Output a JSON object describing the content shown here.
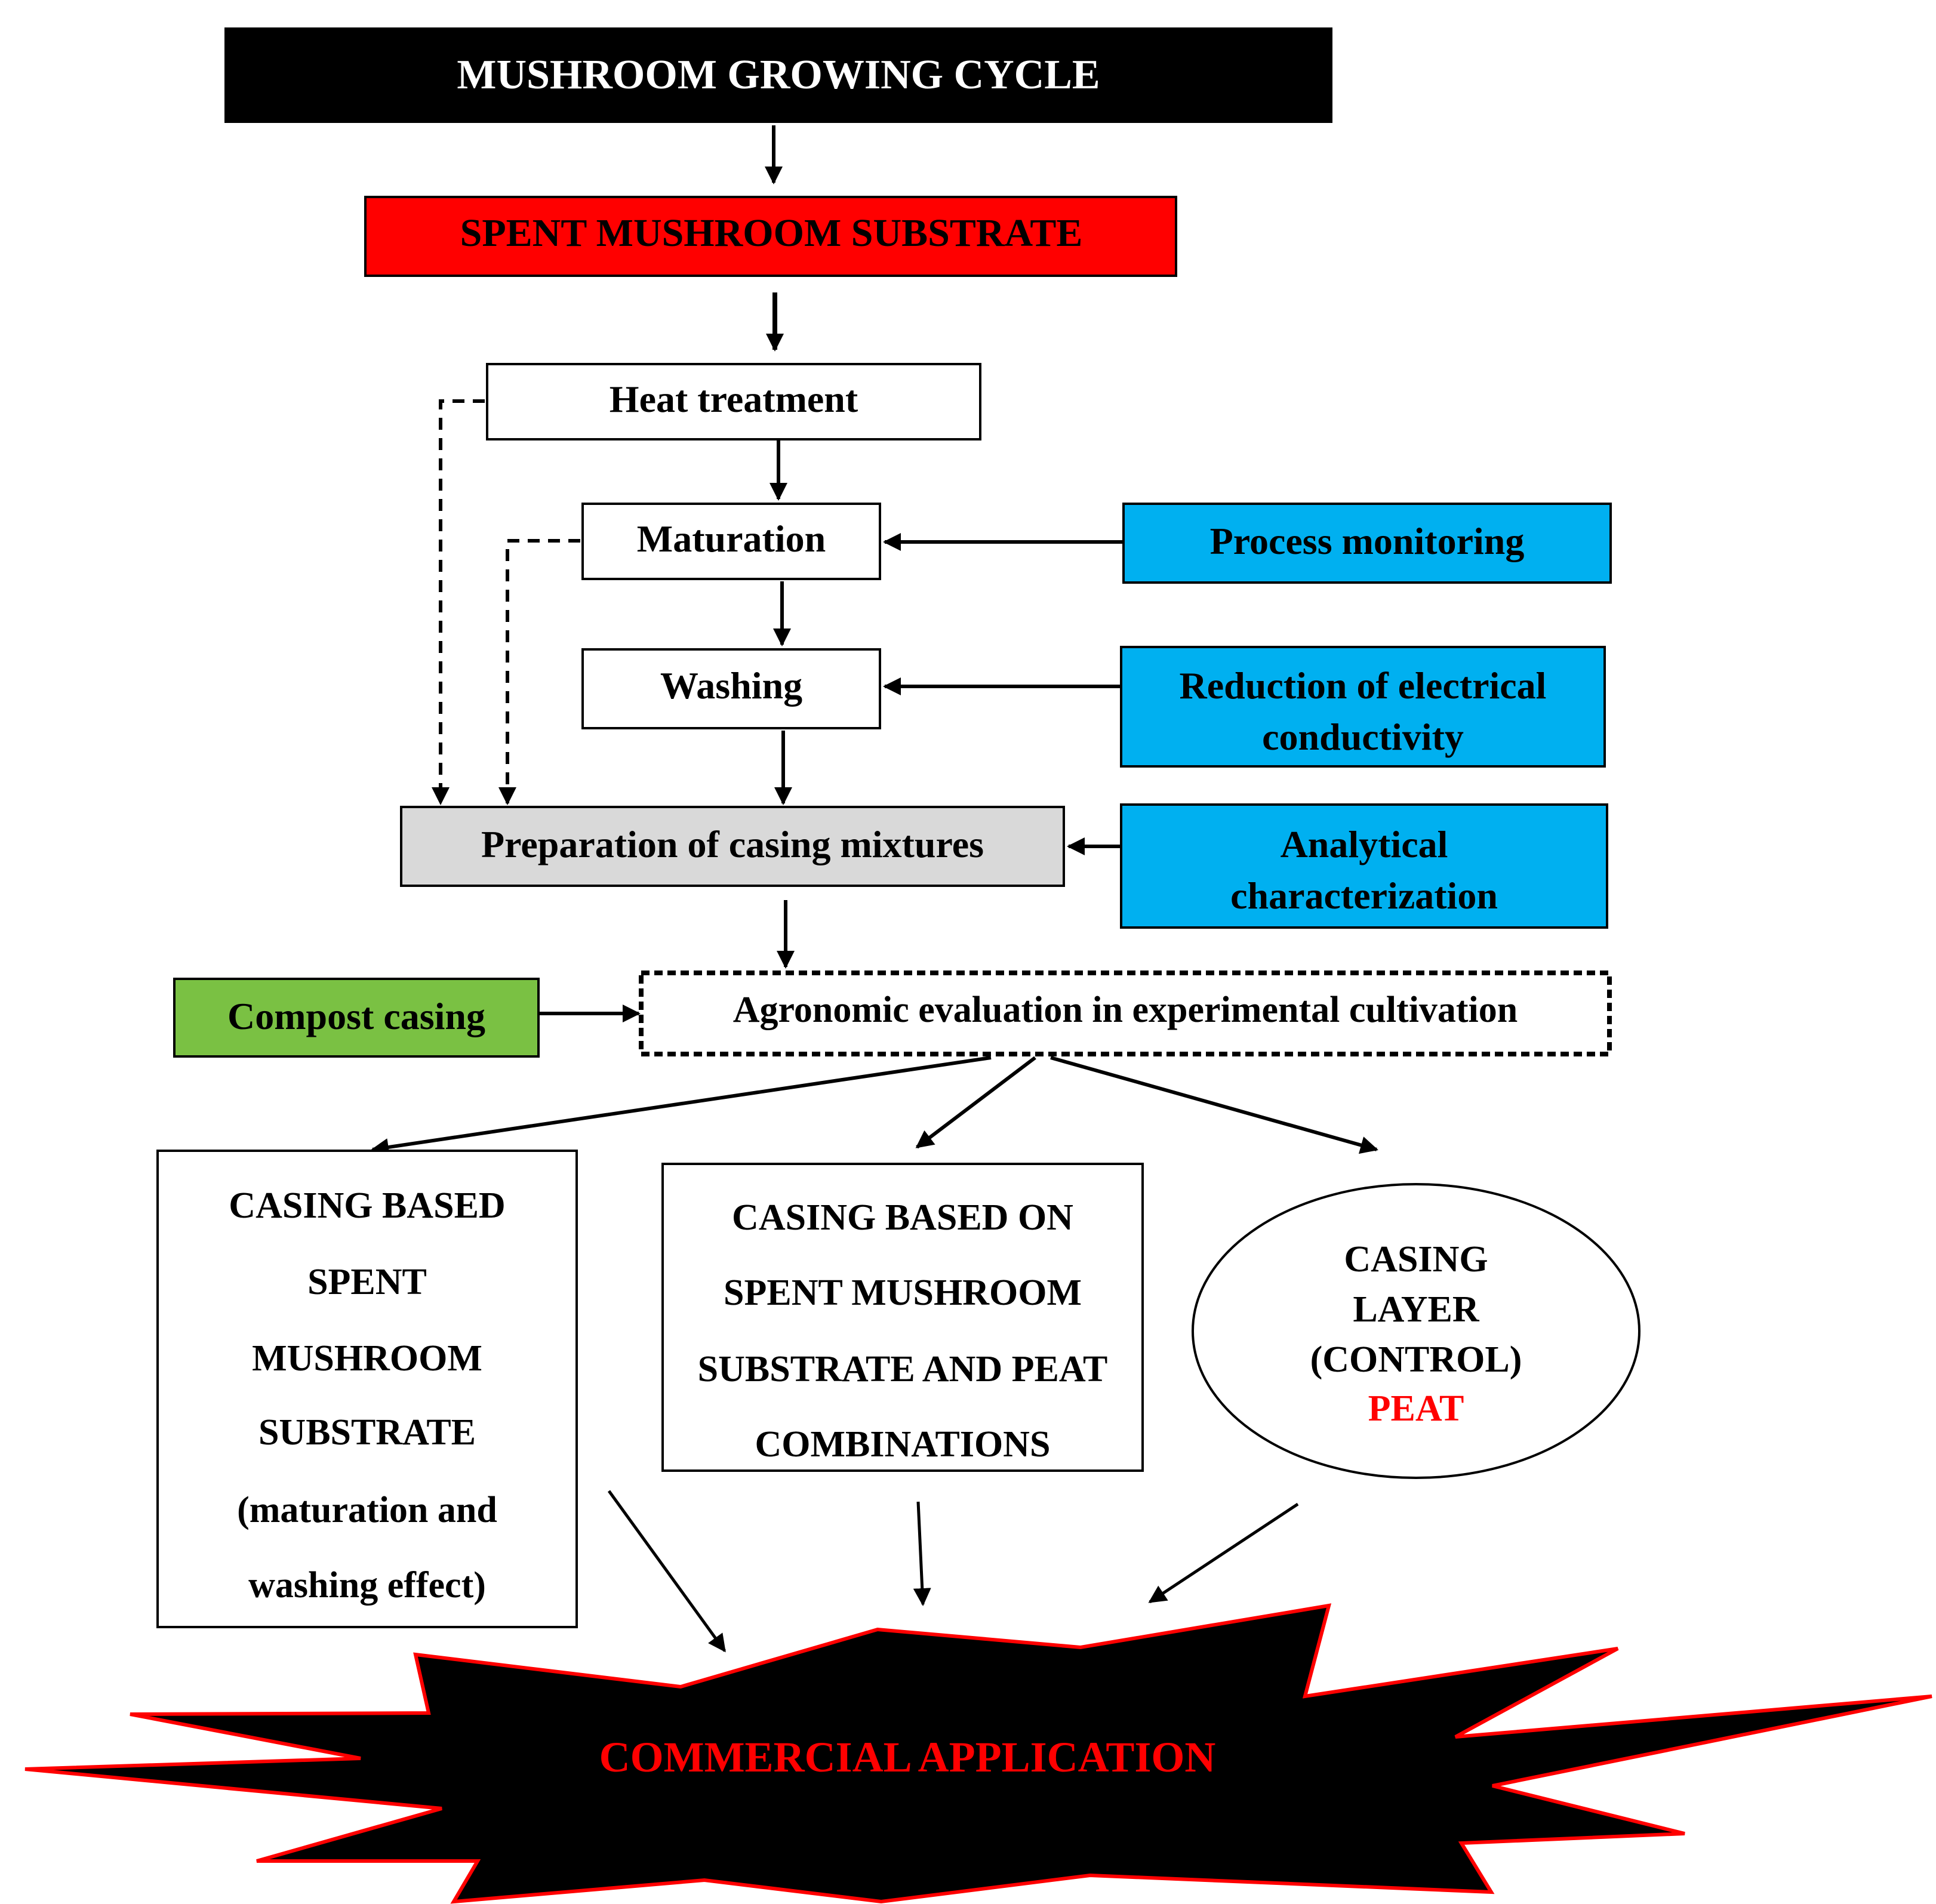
{
  "title": "MUSHROOM GROWING CYCLE",
  "nodes": {
    "sms": "SPENT MUSHROOM SUBSTRATE",
    "heat": "Heat treatment",
    "maturation": "Maturation",
    "washing": "Washing",
    "preparation": "Preparation of casing mixtures",
    "process_monitoring": "Process monitoring",
    "reduction_line1": "Reduction of electrical",
    "reduction_line2": "conductivity",
    "analytical_line1": "Analytical",
    "analytical_line2": "characterization",
    "compost_casing": "Compost casing",
    "agronomic": "Agronomic evaluation in experimental cultivation"
  },
  "outcomes": {
    "sms_only": [
      "CASING BASED",
      "SPENT",
      "MUSHROOM",
      "SUBSTRATE",
      "(maturation and",
      "washing effect)"
    ],
    "sms_peat": [
      "CASING BASED ON",
      "SPENT MUSHROOM",
      "SUBSTRATE AND PEAT",
      "COMBINATIONS"
    ],
    "control": [
      "CASING",
      "LAYER",
      "(CONTROL)"
    ],
    "control_highlight": "PEAT"
  },
  "final": "COMMERCIAL APPLICATION",
  "colors": {
    "black": "#000000",
    "red": "#ff0000",
    "blue": "#00b0f0",
    "green": "#7ac143",
    "grey": "#d9d9d9",
    "white": "#ffffff"
  }
}
